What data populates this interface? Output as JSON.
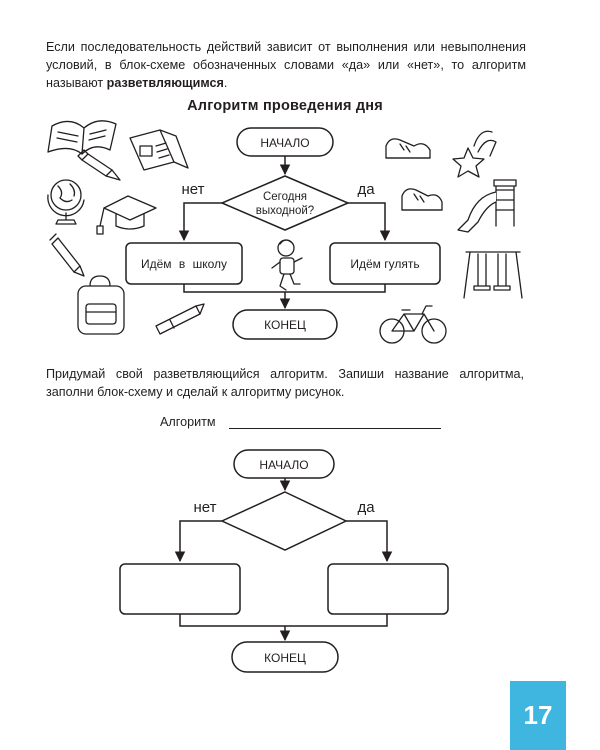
{
  "intro": {
    "text": "Если последовательность действий зависит от выполнения или невыполнения условий, в блок-схеме обозначенных словами «да» или «нет», то алгоритм называют ",
    "bold": "разветвляющимся",
    "end": "."
  },
  "example": {
    "title": "Алгоритм проведения дня",
    "start": "НАЧАЛО",
    "condition_line1": "Сегодня",
    "condition_line2": "выходной?",
    "no": "нет",
    "yes": "да",
    "no_action": "Идём в школу",
    "yes_action": "Идём гулять",
    "end": "КОНЕЦ"
  },
  "task": {
    "text": "Придумай свой разветвляющийся алгоритм. Запиши название алгоритма, заполни блок-схему и сделай к алгоритму рисунок.",
    "label": "Алгоритм"
  },
  "blank": {
    "start": "НАЧАЛО",
    "no": "нет",
    "yes": "да",
    "end": "КОНЕЦ"
  },
  "page_number": "17",
  "colors": {
    "page_tab": "#3fb6e0",
    "ink": "#231f20"
  },
  "illustrations": [
    "open-book-icon",
    "pencil-icon",
    "globe-icon",
    "graduation-cap-icon",
    "pen-icon",
    "backpack-icon",
    "notebook-icon",
    "sneaker-icon",
    "shooting-star-icon",
    "slide-icon",
    "swing-icon",
    "bicycle-icon",
    "boy-running-icon"
  ]
}
